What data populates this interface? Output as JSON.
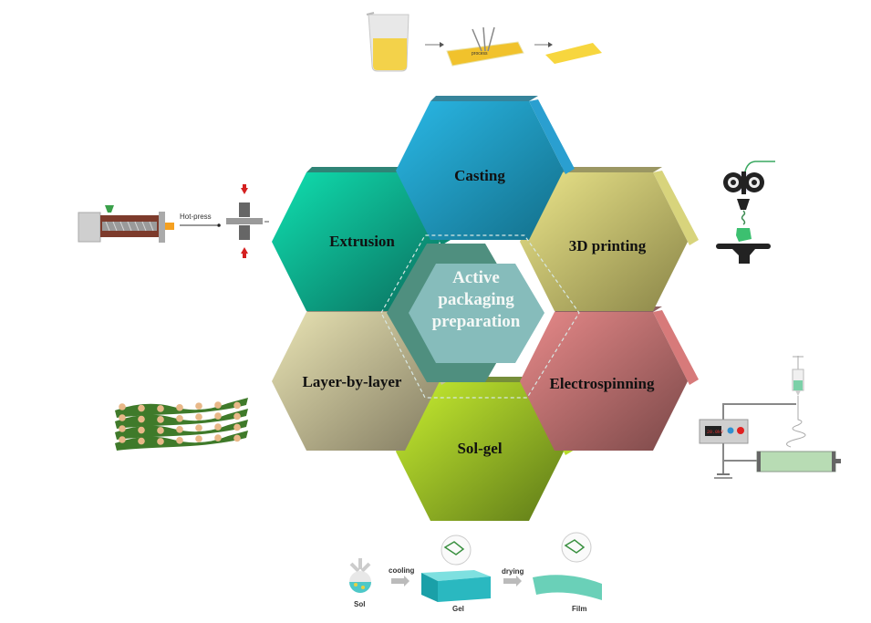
{
  "diagram": {
    "center": {
      "lines": [
        "Active",
        "packaging",
        "preparation"
      ],
      "color": "#86bcbb"
    },
    "methods": [
      {
        "id": "casting",
        "label": "Casting",
        "color_light": "#2ab8e6",
        "color_dark": "#136f8a",
        "side": "#2a9fd0"
      },
      {
        "id": "3d-printing",
        "label": "3D printing",
        "color_light": "#ebe58a",
        "color_dark": "#8a8548",
        "side": "#d8d47c"
      },
      {
        "id": "electrospinning",
        "label": "Electrospinning",
        "color_light": "#e88a8a",
        "color_dark": "#7a4848",
        "side": "#d77a7a"
      },
      {
        "id": "sol-gel",
        "label": "Sol-gel",
        "color_light": "#c8ee30",
        "color_dark": "#5e7a18",
        "side": "#b6dc2a"
      },
      {
        "id": "layer-by-layer",
        "label": "Layer-by-layer",
        "color_light": "#e9e4b4",
        "color_dark": "#837c62",
        "side": "#c8c29a"
      },
      {
        "id": "extrusion",
        "label": "Extrusion",
        "color_light": "#10e0b0",
        "color_dark": "#0a6e5e",
        "side": "#0c8a72"
      }
    ],
    "illustrations": {
      "casting": {
        "steps": [
          "beaker",
          "stirring-plate",
          "film"
        ],
        "plate_text": "process"
      },
      "extrusion": {
        "arrow_label": "Hot-press"
      },
      "3d-printing": {
        "parts": [
          "filament",
          "drive-gears",
          "nozzle",
          "printed-cube",
          "build-plate"
        ]
      },
      "electrospinning": {
        "parts": [
          "syringe",
          "power-supply",
          "fiber-jet",
          "collector-drum",
          "ground"
        ],
        "display_text": "20.0kV"
      },
      "layer-by-layer": {
        "parts": [
          "stacked-layers",
          "particles"
        ]
      },
      "sol-gel": {
        "steps": [
          "Sol",
          "Gel",
          "Film"
        ],
        "arrows": [
          "cooling",
          "drying"
        ]
      }
    }
  }
}
